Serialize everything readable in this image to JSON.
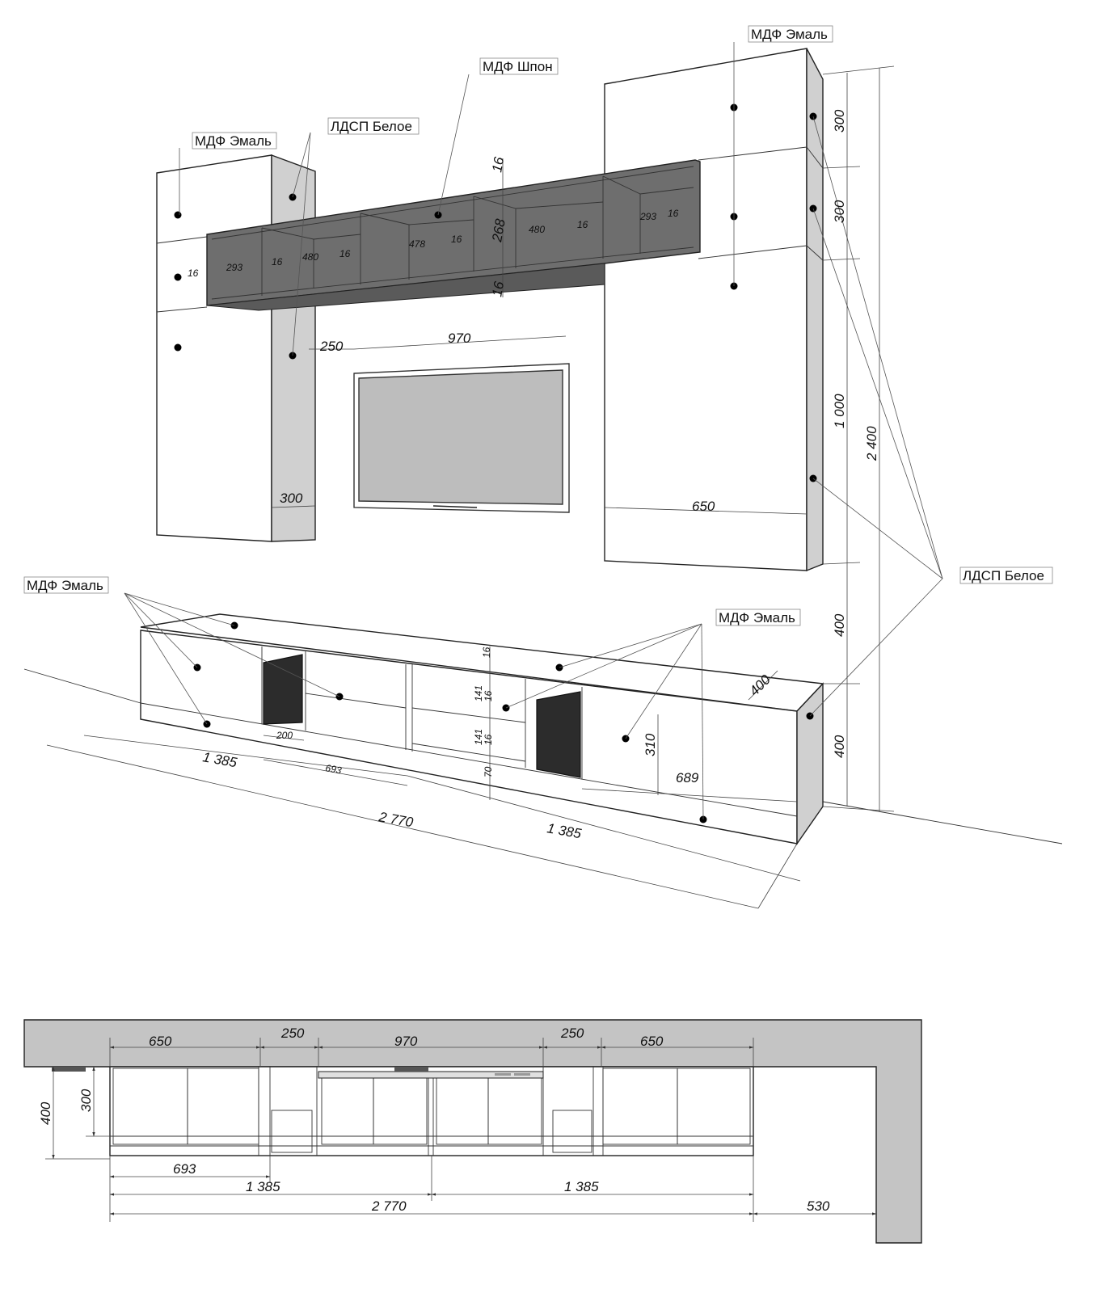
{
  "labels": {
    "mdf_enamel": "МДФ Эмаль",
    "mdf_veneer": "МДФ Шпон",
    "ldsp_white": "ЛДСП Белое"
  },
  "iso_dims": {
    "shelf_thickness_top": "16",
    "shelf_inner_height": "268",
    "shelf_thickness_bottom": "16",
    "shelf_w_293_left": "293",
    "shelf_w_480_left": "480",
    "shelf_w_478": "478",
    "shelf_w_480_right": "480",
    "shelf_w_293_right": "293",
    "panel_16": "16",
    "gap_250": "250",
    "tv_970": "970",
    "col_depth_300": "300",
    "right_width_650": "650",
    "h_300_a": "300",
    "h_300_b": "300",
    "h_1000": "1 000",
    "h_400_a": "400",
    "h_400_b": "400",
    "h_total_2400": "2 400",
    "depth_400": "400",
    "door_310": "310",
    "door_689": "689",
    "niche_200": "200",
    "half_693": "693",
    "half_1385_left": "1 385",
    "half_1385_right": "1 385",
    "total_2770": "2 770",
    "sm_16": "16",
    "sm_141_a": "141",
    "sm_141_b": "141",
    "sm_70": "70"
  },
  "plan_dims": {
    "w_650_left": "650",
    "w_250_left": "250",
    "w_970": "970",
    "w_250_right": "250",
    "w_650_right": "650",
    "h_400": "400",
    "h_300": "300",
    "w_693": "693",
    "w_1385_left": "1 385",
    "w_1385_right": "1 385",
    "w_2770": "2 770",
    "w_530": "530"
  }
}
